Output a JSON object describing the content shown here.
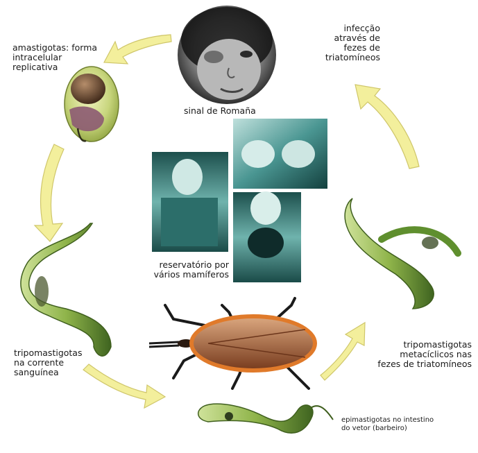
{
  "labels": {
    "amastigotas": "amastigotas: forma\nintracelular\nreplicativa",
    "infeccao": "infecção\natravés de\nfezes de\ntriatomíneos",
    "sinal": "sinal de Romaña",
    "reservatorio": "reservatório por\nvários mamíferos",
    "tripo_corrente": "tripomastigotas\nna corrente\nsanguínea",
    "tripo_metaciclicos": "tripomastigotas\nmetacíclicos nas\nfezes de triatomíneos",
    "epimastigotas": "epimastigotas no intestino\ndo vetor (barbeiro)"
  },
  "colors": {
    "arrow_fill": "#f3ef9c",
    "arrow_stroke": "#cfc66a",
    "parasite_green": "#8fb44a",
    "photo_teal": "#3f8f8c",
    "bug_body": "#9a5a38"
  }
}
